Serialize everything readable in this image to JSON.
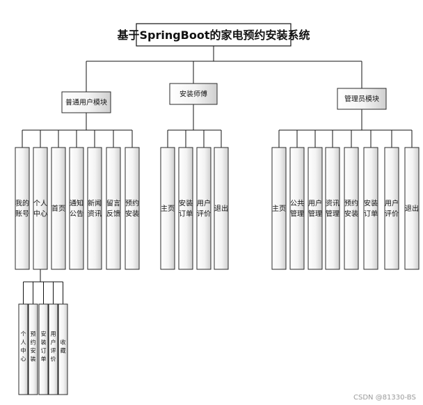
{
  "title": "基于SpringBoot的家电预约安装系统",
  "modules": [
    {
      "label": "普通用户模块",
      "children": [
        {
          "label": "我的账号",
          "lines": [
            "我的",
            "账号"
          ]
        },
        {
          "label": "个人中心",
          "lines": [
            "个人",
            "中心"
          ]
        },
        {
          "label": "首页",
          "lines": [
            "首页"
          ]
        },
        {
          "label": "通知公告",
          "lines": [
            "通知",
            "公告"
          ]
        },
        {
          "label": "新闻资讯",
          "lines": [
            "新闻",
            "资讯"
          ]
        },
        {
          "label": "留言反馈",
          "lines": [
            "留言",
            "反馈"
          ]
        },
        {
          "label": "预约安装",
          "lines": [
            "预约",
            "安装"
          ]
        }
      ]
    },
    {
      "label": "安装师傅",
      "children": [
        {
          "label": "主页",
          "lines": [
            "主页"
          ]
        },
        {
          "label": "安装订单",
          "lines": [
            "安装",
            "订单"
          ]
        },
        {
          "label": "用户评价",
          "lines": [
            "用户",
            "评价"
          ]
        },
        {
          "label": "退出",
          "lines": [
            "退出"
          ]
        }
      ]
    },
    {
      "label": "管理员模块",
      "children": [
        {
          "label": "主页",
          "lines": [
            "主页"
          ]
        },
        {
          "label": "公共管理",
          "lines": [
            "公共",
            "管理"
          ]
        },
        {
          "label": "用户管理",
          "lines": [
            "用户",
            "管理"
          ]
        },
        {
          "label": "资讯管理",
          "lines": [
            "资讯",
            "管理"
          ]
        },
        {
          "label": "预约安装",
          "lines": [
            "预约",
            "安装"
          ]
        },
        {
          "label": "安装订单",
          "lines": [
            "安装",
            "订单"
          ]
        },
        {
          "label": "用户评价",
          "lines": [
            "用户",
            "评价"
          ]
        },
        {
          "label": "退出",
          "lines": [
            "退出"
          ]
        }
      ]
    }
  ],
  "personal_center_children": [
    {
      "label": "个人中心",
      "lines": [
        "个人中心"
      ]
    },
    {
      "label": "预约安装",
      "lines": [
        "预约安装"
      ]
    },
    {
      "label": "安装订单",
      "lines": [
        "安装订单"
      ]
    },
    {
      "label": "用户评价",
      "lines": [
        "用户评价"
      ]
    },
    {
      "label": "收藏",
      "lines": [
        "收藏"
      ]
    }
  ],
  "watermark": "CSDN @81330-BS"
}
